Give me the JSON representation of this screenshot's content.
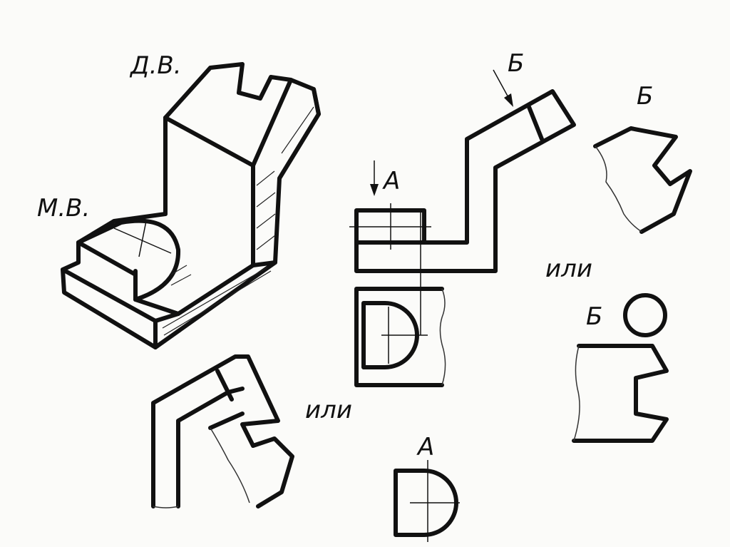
{
  "labels": {
    "main_view": "Д.В.",
    "local_view": "М.В.",
    "view_b_arrow": "Б",
    "view_b_section": "Б",
    "view_b_circle": "Б",
    "view_a_arrow": "А",
    "view_a_result": "А",
    "or_right": "или",
    "or_bottom": "или"
  },
  "colors": {
    "ink": "#111111",
    "paper": "#fbfbf9"
  }
}
